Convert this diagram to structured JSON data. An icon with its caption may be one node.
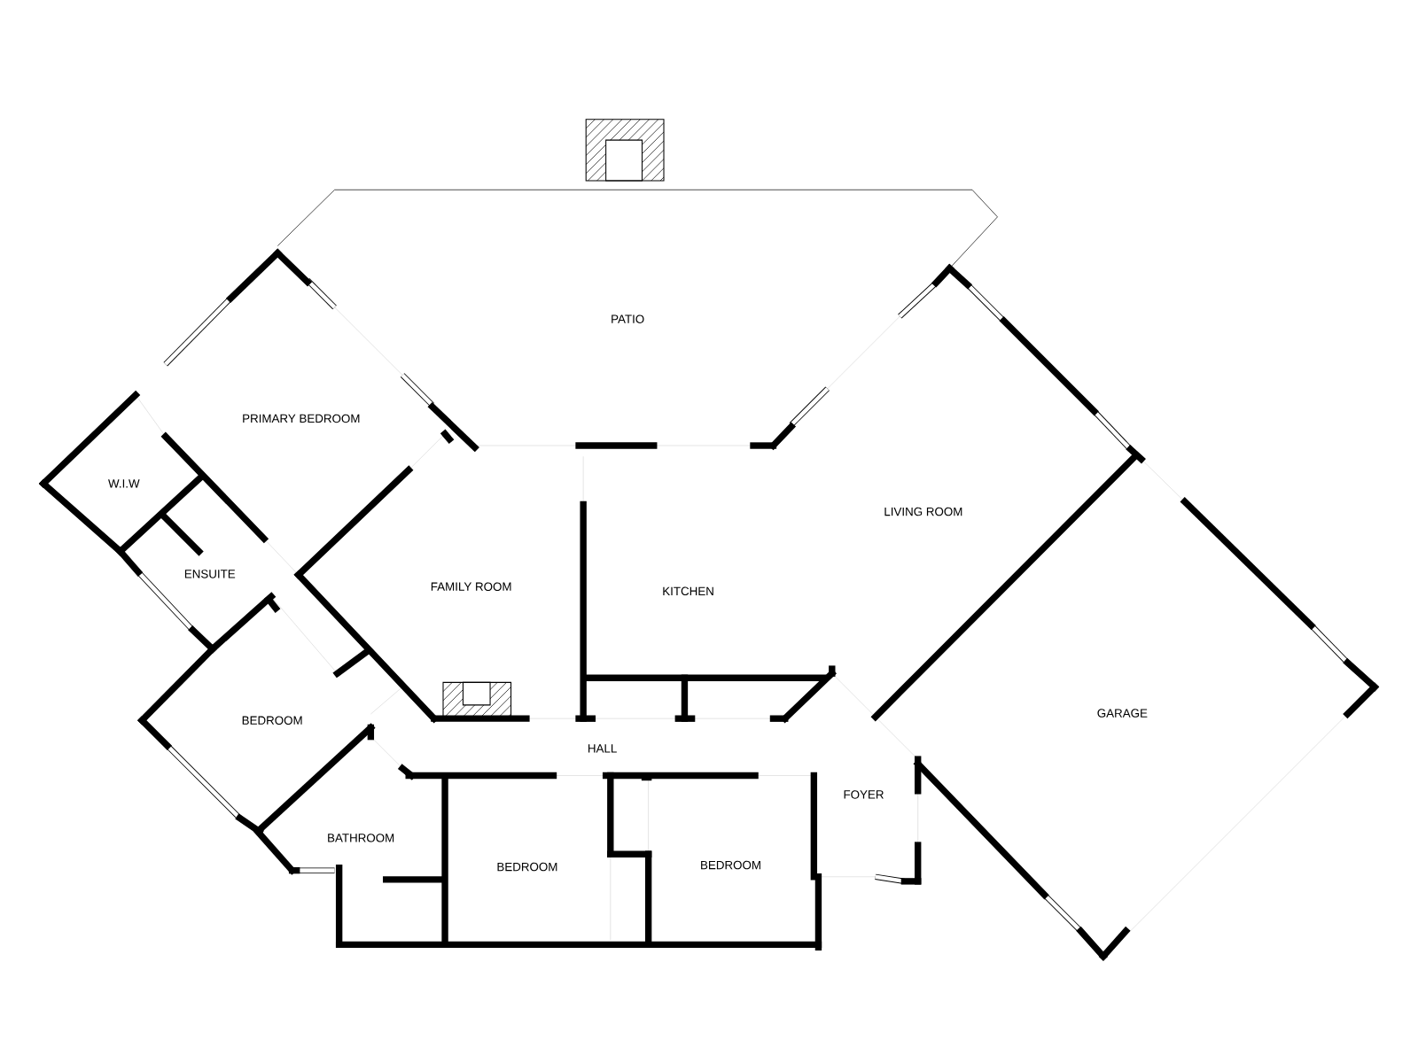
{
  "diagram": {
    "labels": [
      "PATIO",
      "PRIMARY BEDROOM",
      "W.I.W",
      "ENSUITE",
      "FAMILY ROOM",
      "KITCHEN",
      "LIVING ROOM",
      "GARAGE",
      "BEDROOM",
      "HALL",
      "FOYER",
      "BATHROOM",
      "BEDROOM",
      "BEDROOM"
    ]
  }
}
